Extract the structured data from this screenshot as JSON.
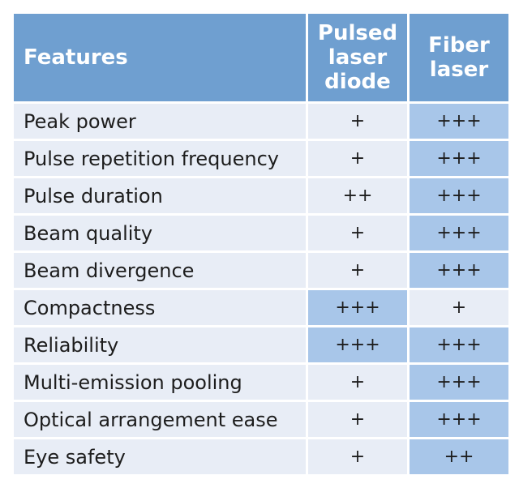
{
  "header": {
    "features_label": "Features",
    "diode_label_lines": [
      "Pulsed",
      "laser",
      "diode"
    ],
    "fiber_label_lines": [
      "Fiber",
      "laser"
    ]
  },
  "rows": [
    {
      "feature": "Peak power",
      "diode": "+",
      "fiber": "+++",
      "diode_highlight": false,
      "fiber_highlight": true
    },
    {
      "feature": "Pulse repetition frequency",
      "diode": "+",
      "fiber": "+++",
      "diode_highlight": false,
      "fiber_highlight": true
    },
    {
      "feature": "Pulse duration",
      "diode": "++",
      "fiber": "+++",
      "diode_highlight": false,
      "fiber_highlight": true
    },
    {
      "feature": "Beam quality",
      "diode": "+",
      "fiber": "+++",
      "diode_highlight": false,
      "fiber_highlight": true
    },
    {
      "feature": "Beam divergence",
      "diode": "+",
      "fiber": "+++",
      "diode_highlight": false,
      "fiber_highlight": true
    },
    {
      "feature": "Compactness",
      "diode": "+++",
      "fiber": "+",
      "diode_highlight": true,
      "fiber_highlight": false
    },
    {
      "feature": "Reliability",
      "diode": "+++",
      "fiber": "+++",
      "diode_highlight": true,
      "fiber_highlight": true
    },
    {
      "feature": "Multi-emission pooling",
      "diode": "+",
      "fiber": "+++",
      "diode_highlight": false,
      "fiber_highlight": true
    },
    {
      "feature": "Optical arrangement ease",
      "diode": "+",
      "fiber": "+++",
      "diode_highlight": false,
      "fiber_highlight": true
    },
    {
      "feature": "Eye safety",
      "diode": "+",
      "fiber": "++",
      "diode_highlight": false,
      "fiber_highlight": true
    }
  ],
  "colors": {
    "header": "#6f9fd0",
    "row_light": "#e8edf6",
    "highlight": "#a8c6e9",
    "text": "#1d1d1d"
  }
}
